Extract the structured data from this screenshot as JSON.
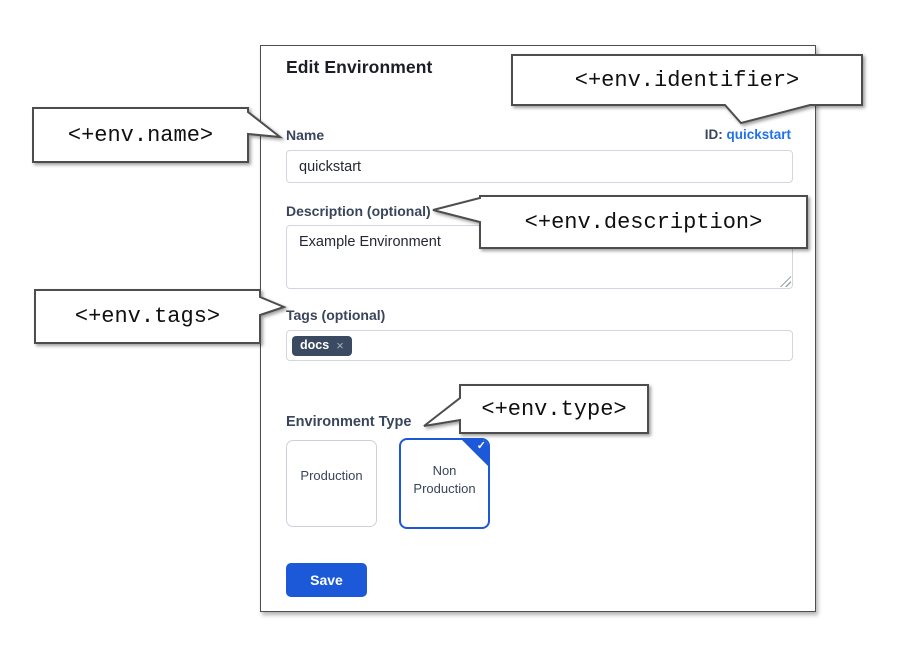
{
  "dialog": {
    "title": "Edit Environment",
    "name_field": {
      "label": "Name",
      "value": "quickstart"
    },
    "id_field": {
      "label": "ID:",
      "value": "quickstart"
    },
    "description_field": {
      "label": "Description (optional)",
      "value": "Example Environment"
    },
    "tags_field": {
      "label": "Tags (optional)",
      "tag": "docs",
      "remove_icon": "×"
    },
    "environment_type": {
      "label": "Environment Type",
      "options": [
        {
          "label": "Production",
          "selected": false
        },
        {
          "label": "Non Production",
          "selected": true
        }
      ],
      "check_icon": "✓"
    },
    "save_label": "Save"
  },
  "callouts": {
    "identifier": "<+env.identifier>",
    "name": "<+env.name>",
    "description": "<+env.description>",
    "tags": "<+env.tags>",
    "type": "<+env.type>"
  },
  "colors": {
    "primary_blue": "#1b59d8",
    "link_blue": "#2072e8",
    "label_text": "#39455a",
    "tag_chip_bg": "#3a4a60"
  }
}
